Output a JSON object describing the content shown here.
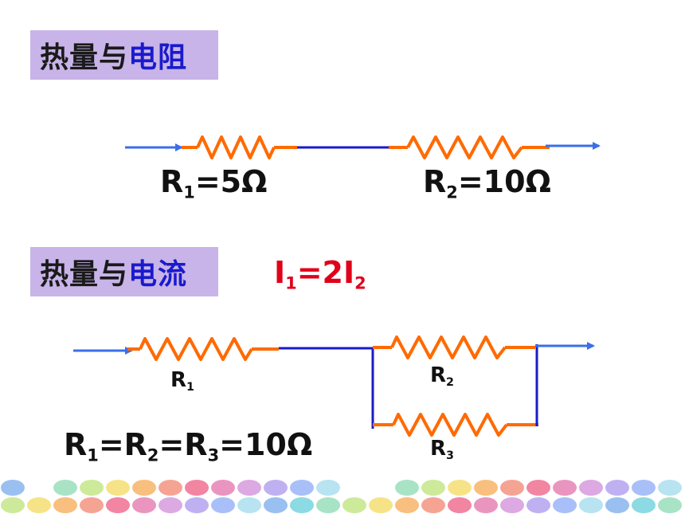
{
  "section_heat_resistance": {
    "title_part1": "热量与",
    "title_part2": "电阻"
  },
  "section_heat_current": {
    "title_part1": "热量与",
    "title_part2": "电流"
  },
  "series_circuit": {
    "r1": {
      "letter": "R",
      "sub": "1",
      "value": "=5Ω"
    },
    "r2": {
      "letter": "R",
      "sub": "2",
      "value": "=10Ω"
    }
  },
  "current_relation": {
    "i1": "I",
    "i1_sub": "1",
    "mid": "=2I",
    "i2_sub": "2"
  },
  "parallel_circuit": {
    "r1": {
      "letter": "R",
      "sub": "1"
    },
    "r2": {
      "letter": "R",
      "sub": "2"
    },
    "r3": {
      "letter": "R",
      "sub": "3"
    },
    "equation": {
      "a": "R",
      "a_sub": "1",
      "b": "=R",
      "b_sub": "2",
      "c": "=R",
      "c_sub": "3",
      "value": "=10Ω"
    }
  },
  "colors": {
    "wire": "#1a1acc",
    "resistor": "#ff6a00",
    "arrow": "#3a6fe8",
    "title_bg": "#c8b4e8",
    "equation_red": "#e0001a"
  }
}
